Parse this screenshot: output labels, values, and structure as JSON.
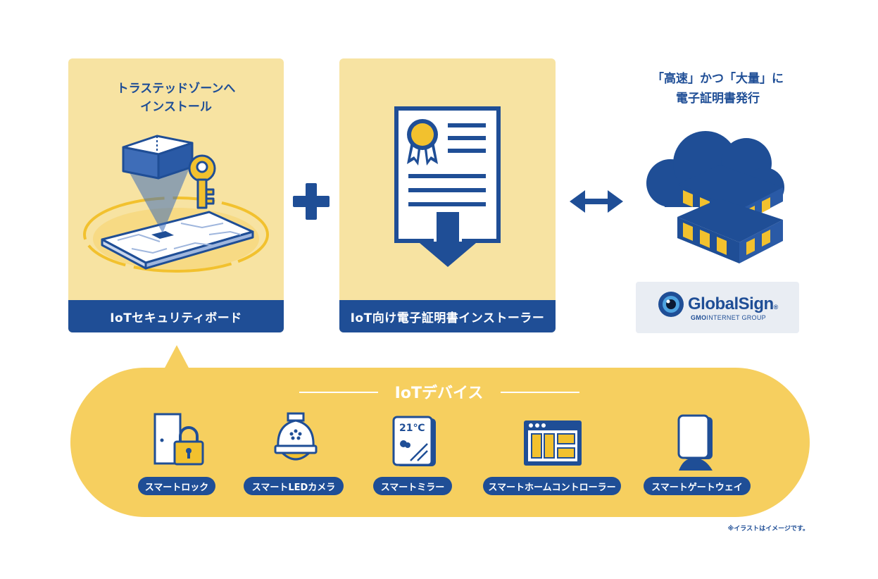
{
  "cards": {
    "board": {
      "title_line1": "トラステッドゾーンへ",
      "title_line2": "インストール",
      "footer": "IoTセキュリティボード"
    },
    "installer": {
      "footer": "IoT向け電子証明書インストーラー"
    }
  },
  "right": {
    "title_line1": "「高速」かつ「大量」に",
    "title_line2": "電子証明書発行",
    "logo_name": "GlobalSign",
    "logo_reg": "®",
    "logo_sub_bold": "GMO",
    "logo_sub": "INTERNET GROUP"
  },
  "devices": {
    "title": "IoTデバイス",
    "items": [
      {
        "label": "スマートロック",
        "icon": "smart-lock-icon"
      },
      {
        "label": "スマートLEDカメラ",
        "icon": "led-camera-icon"
      },
      {
        "label": "スマートミラー",
        "icon": "smart-mirror-icon",
        "mirror_text": "21℃"
      },
      {
        "label": "スマートホームコントローラー",
        "icon": "home-controller-icon"
      },
      {
        "label": "スマートゲートウェイ",
        "icon": "gateway-icon"
      }
    ]
  },
  "note": "※イラストはイメージです。",
  "colors": {
    "navy": "#1f4e96",
    "light_yellow": "#f7e3a2",
    "yellow": "#f6cf5f",
    "accent_yellow": "#f2c12e"
  }
}
